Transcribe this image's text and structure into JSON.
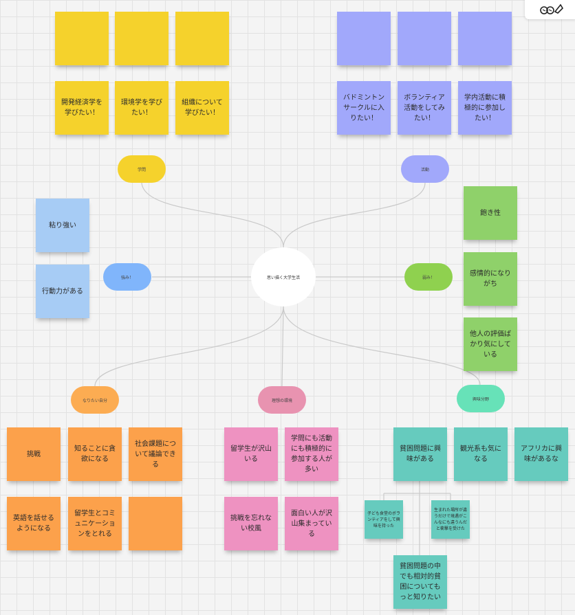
{
  "center": {
    "label": "思い描く大学生活"
  },
  "branches": [
    {
      "id": "gakumon",
      "label": "学問",
      "color": "#f5d22c"
    },
    {
      "id": "katsudo",
      "label": "活動",
      "color": "#a1a8fb"
    },
    {
      "id": "tsuyomi",
      "label": "強み！",
      "color": "#80b5fb"
    },
    {
      "id": "yowami",
      "label": "弱み！",
      "color": "#8fd14f"
    },
    {
      "id": "naritai",
      "label": "なりたい自分",
      "color": "#fcac52"
    },
    {
      "id": "kankyo",
      "label": "理想の環境",
      "color": "#e893b0"
    },
    {
      "id": "kyomi",
      "label": "興味分野",
      "color": "#67e2b8"
    }
  ],
  "notes": {
    "gakumon_blank": [
      "",
      "",
      ""
    ],
    "gakumon": [
      "開発経済学を学びたい！",
      "環境学を学びたい！",
      "組織について学びたい！"
    ],
    "katsudo_blank": [
      "",
      "",
      ""
    ],
    "katsudo": [
      "バドミントンサークルに入りたい！",
      "ボランティア活動をしてみたい！",
      "学内活動に積極的に参加したい！"
    ],
    "tsuyomi": [
      "粘り強い",
      "行動力がある"
    ],
    "yowami": [
      "飽き性",
      "感情的になりがち",
      "他人の評価ばかり気にしている"
    ],
    "naritai": [
      "挑戦",
      "知ることに貪欲になる",
      "社会課題について議論できる",
      "英語を話せるようになる",
      "留学生とコミュニケーションをとれる",
      ""
    ],
    "kankyo": [
      "留学生が沢山いる",
      "学問にも活動にも積極的に参加する人が多い",
      "挑戦を忘れない校風",
      "面白い人が沢山集まっている"
    ],
    "kyomi": [
      "貧困問題に興味がある",
      "観光系も気になる",
      "アフリカに興味があるな"
    ],
    "kyomi_sub": [
      "子ども食堂のボランティアをして興味を持った",
      "生まれた場所が違うだけで境遇がこんなにも違うんだと衝撃を受けた",
      "貧困問題の中でも相対的貧困についてもっと知りたい"
    ]
  },
  "icons": {
    "logo": "mindmap-logo-icon"
  }
}
